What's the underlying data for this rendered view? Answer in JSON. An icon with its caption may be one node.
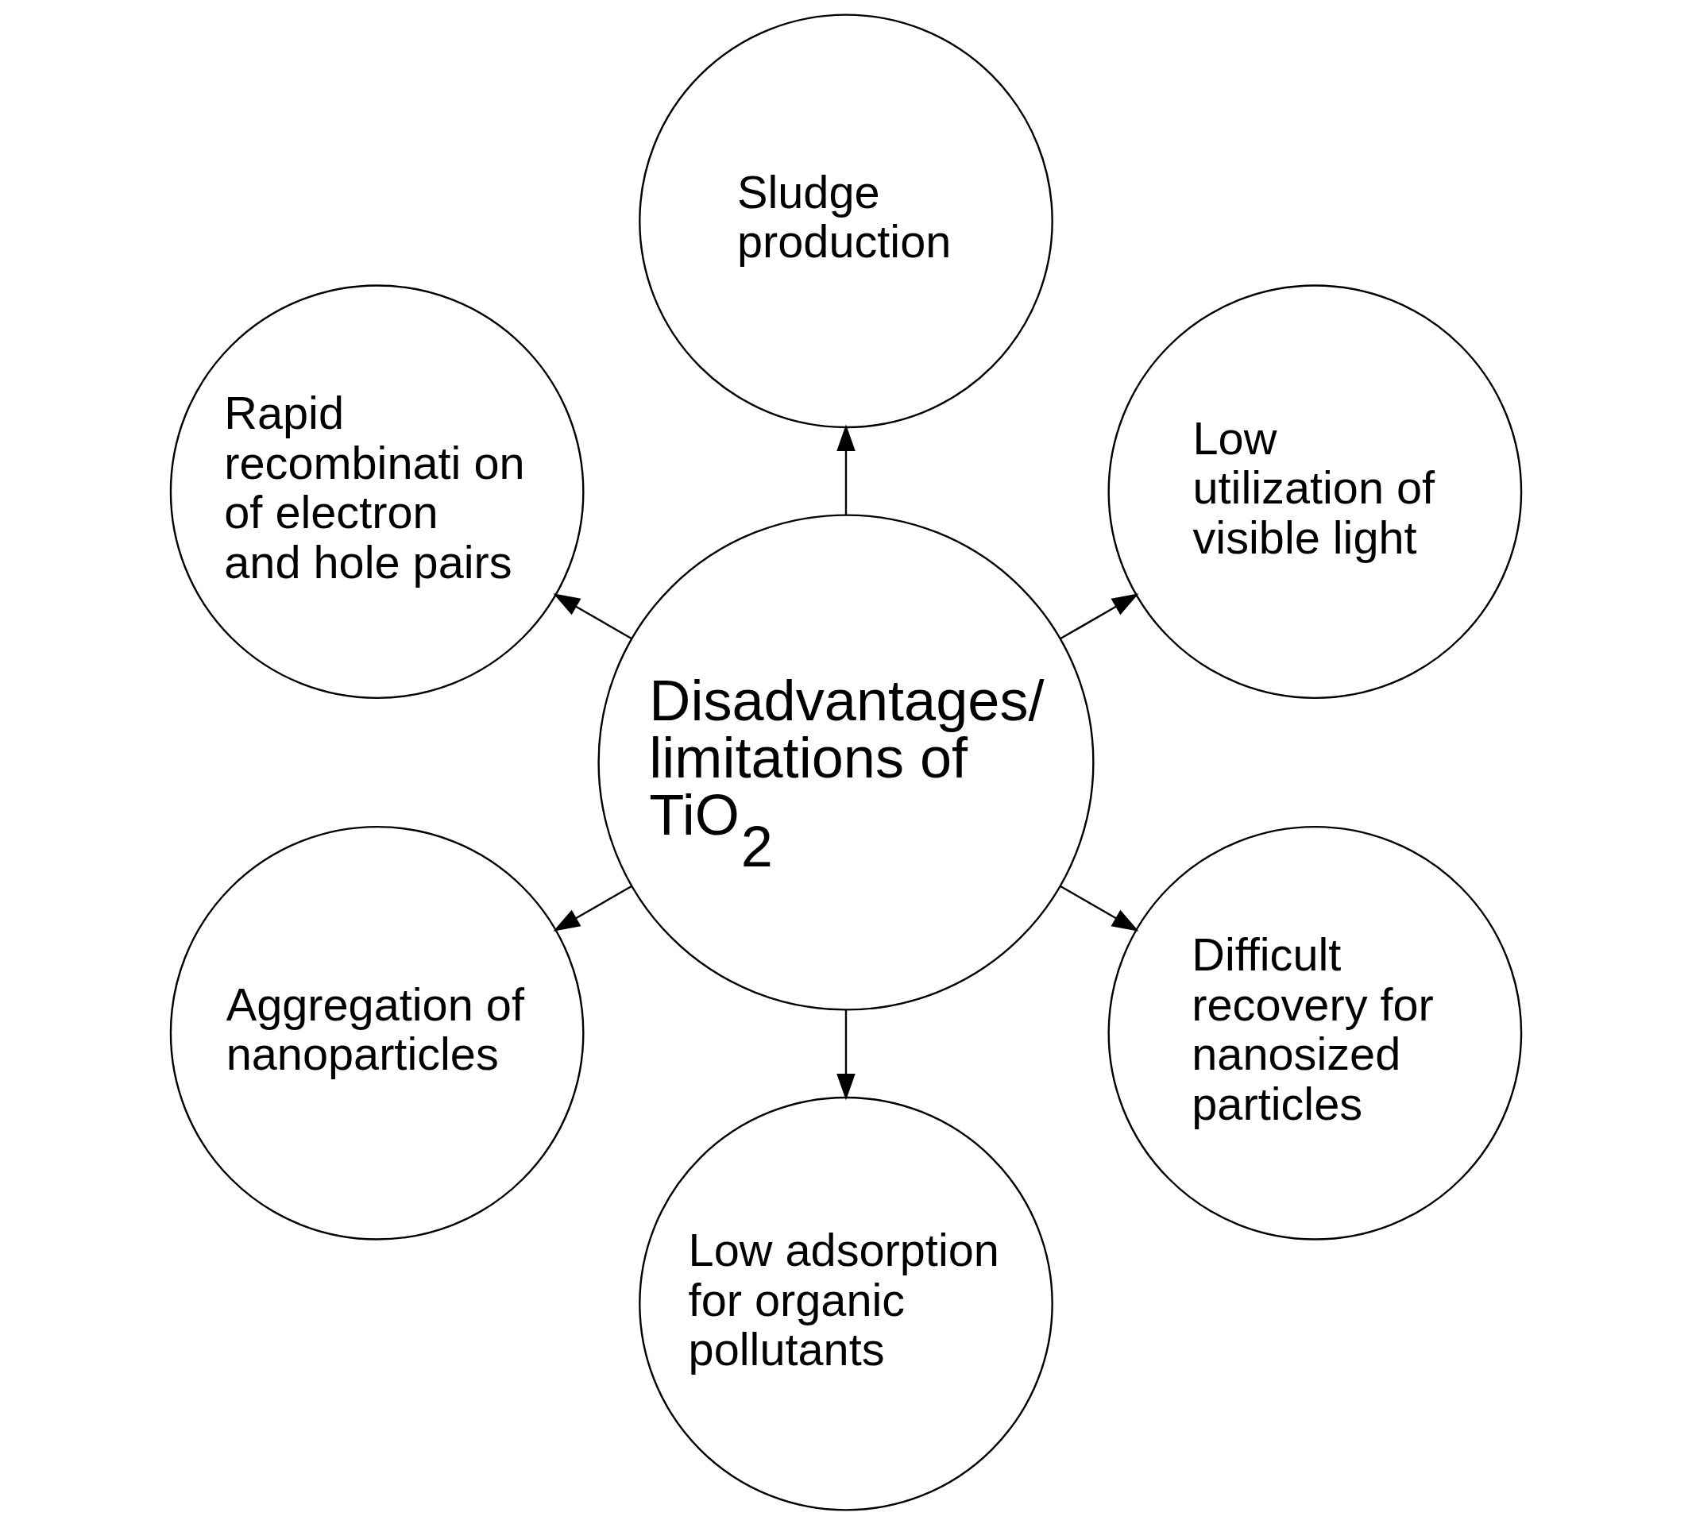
{
  "diagram": {
    "nodes": [
      {
        "text": [
          "Disadvantages/ limitations of TiO$_{2}$"
        ]
      },
      {
        "text": [
          "Low utilization of visible light"
        ]
      },
      {
        "text": [
          "Sludge production"
        ]
      },
      {
        "text": [
          "Rapid recombinati on of electron and hole pairs"
        ]
      },
      {
        "text": [
          "Aggregation of nanoparticles"
        ]
      },
      {
        "text": [
          "Low adsorption for organic pollutants"
        ]
      },
      {
        "text": [
          "Difficult recovery for nanosized particles"
        ]
      }
    ],
    "edges": [
      {
        "from": 0,
        "to": 1,
        "arrow": "to"
      },
      {
        "from": 0,
        "to": 2,
        "arrow": "to"
      },
      {
        "from": 0,
        "to": 3,
        "arrow": "to"
      },
      {
        "from": 0,
        "to": 4,
        "arrow": "to"
      },
      {
        "from": 0,
        "to": 5,
        "arrow": "to"
      },
      {
        "from": 0,
        "to": 6,
        "arrow": "to"
      }
    ]
  }
}
